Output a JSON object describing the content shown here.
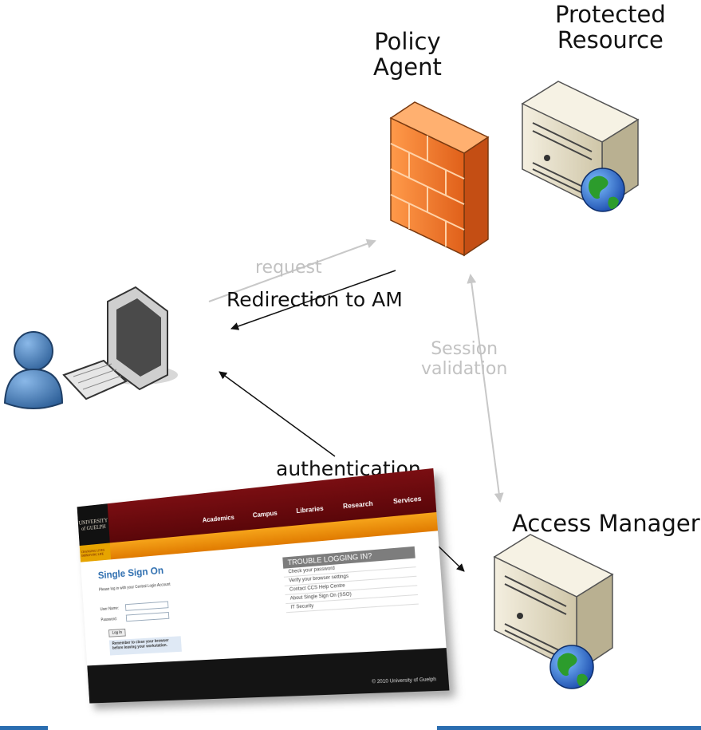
{
  "labels": {
    "protected_resource": "Protected\nResource",
    "policy_agent": "Policy\nAgent",
    "request": "request",
    "redirection": "Redirection to AM",
    "session_validation": "Session\nvalidation",
    "authentication": "authentication",
    "access_manager": "Access Manager"
  },
  "icons": {
    "firewall": "firewall-icon",
    "server_top": "server-globe-icon",
    "server_bottom": "server-globe-icon",
    "user": "user-computer-icon"
  },
  "colors": {
    "firewall": "#f07a2a",
    "server_body": "#e8e0c8",
    "user_blue": "#3e7ab8",
    "grey_text": "#c2c2c2",
    "bottom_bar": "#2a6db0"
  },
  "login_screenshot": {
    "logo": "UNIVERSITY of GUELPH",
    "nav": [
      "Academics",
      "Campus",
      "Libraries",
      "Research",
      "Services"
    ],
    "tagline": "CHANGING LIVES IMPROVING LIFE",
    "title": "Single Sign On",
    "intro": "Please log in with your Central Login Account",
    "user_label": "User Name:",
    "password_label": "Password:",
    "login_button": "Log In",
    "note": "Remember to close your browser before leaving your workstation.",
    "trouble_header": "TROUBLE LOGGING IN?",
    "trouble_links": [
      "Check your password",
      "Verify your browser settings",
      "Contact CCS Help Centre",
      "About Single Sign On (SSO)",
      "IT Security"
    ],
    "copyright": "© 2010 University of Guelph"
  }
}
